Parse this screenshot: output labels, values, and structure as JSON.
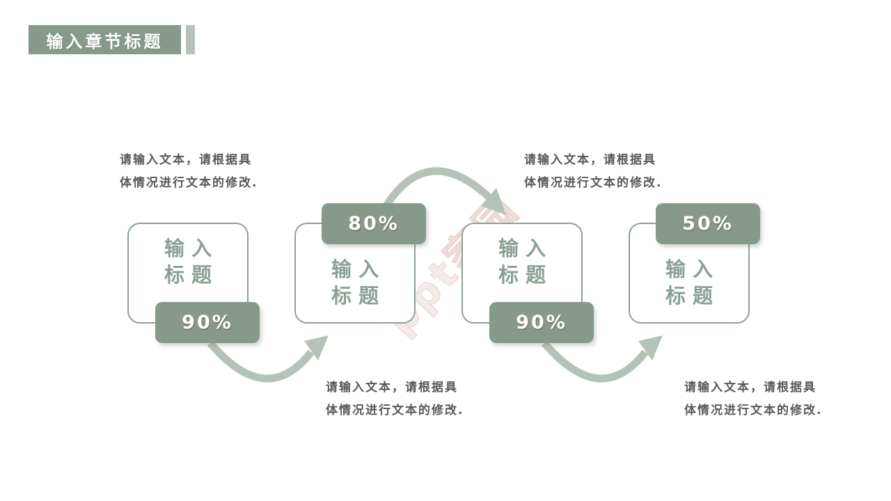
{
  "header": {
    "title": "输入章节标题"
  },
  "watermark": {
    "text": "ppt家园"
  },
  "captions": [
    {
      "line1": "请输入文本，请根据具",
      "line2": "体情况进行文本的修改."
    },
    {
      "line1": "请输入文本，请根据具",
      "line2": "体情况进行文本的修改."
    },
    {
      "line1": "请输入文本，请根据具",
      "line2": "体情况进行文本的修改."
    },
    {
      "line1": "请输入文本，请根据具",
      "line2": "体情况进行文本的修改."
    }
  ],
  "steps": [
    {
      "title_line1": "输入",
      "title_line2": "标题",
      "percent": "90%",
      "badge_position": "bottom"
    },
    {
      "title_line1": "输入",
      "title_line2": "标题",
      "percent": "80%",
      "badge_position": "top"
    },
    {
      "title_line1": "输入",
      "title_line2": "标题",
      "percent": "90%",
      "badge_position": "bottom"
    },
    {
      "title_line1": "输入",
      "title_line2": "标题",
      "percent": "50%",
      "badge_position": "top"
    }
  ],
  "colors": {
    "accent_green": "#87998b",
    "accent_light": "#b7c3ba",
    "outline_sage": "#8ba095",
    "arrow_sage": "#b4c2b8",
    "body_text": "#595959",
    "watermark": "#ecdbd9"
  }
}
